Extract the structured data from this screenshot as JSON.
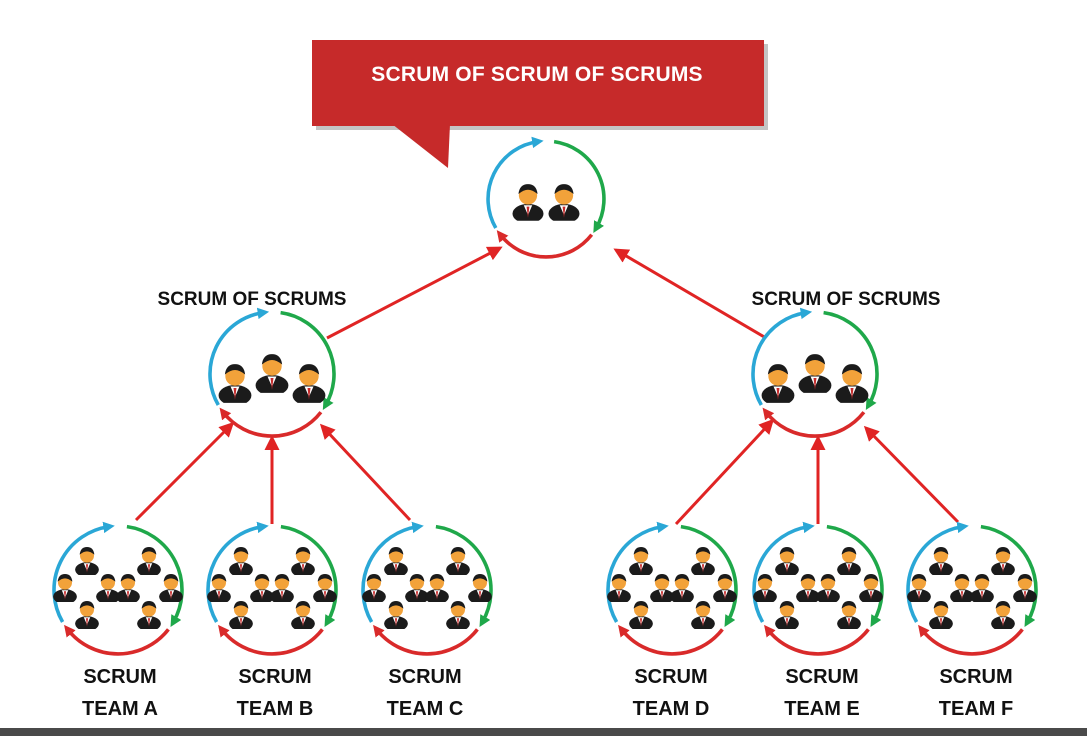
{
  "banner": {
    "title": "SCRUM OF SCRUM OF SCRUMS",
    "color": "#c62a2a"
  },
  "levels": {
    "top": {
      "people": 2
    },
    "scrum_of_scrums": [
      {
        "label": "SCRUM OF SCRUMS",
        "people": 3
      },
      {
        "label": "SCRUM OF SCRUMS",
        "people": 3
      }
    ],
    "teams": [
      {
        "line1": "SCRUM",
        "line2": "TEAM A",
        "people": 8
      },
      {
        "line1": "SCRUM",
        "line2": "TEAM B",
        "people": 8
      },
      {
        "line1": "SCRUM",
        "line2": "TEAM C",
        "people": 8
      },
      {
        "line1": "SCRUM",
        "line2": "TEAM D",
        "people": 8
      },
      {
        "line1": "SCRUM",
        "line2": "TEAM E",
        "people": 8
      },
      {
        "line1": "SCRUM",
        "line2": "TEAM F",
        "people": 8
      }
    ]
  },
  "cycle_arrow_colors": {
    "blue": "#2aa7d6",
    "green": "#1fa84a",
    "red": "#d92a2a"
  },
  "connector_color": "#e02424",
  "icon": "businessman-icon"
}
